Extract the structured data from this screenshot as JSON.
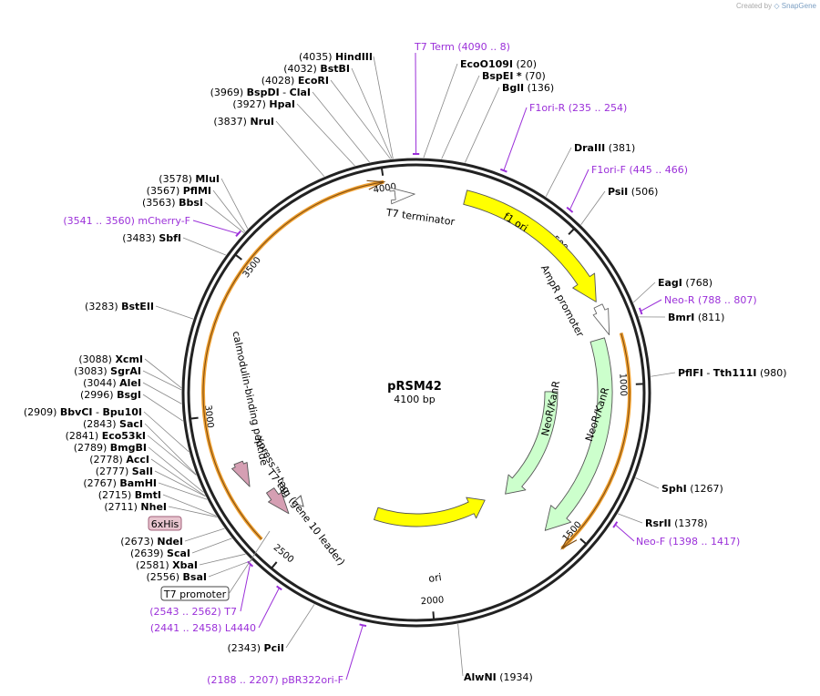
{
  "credit": {
    "prefix": "Created by",
    "brand": "SnapGene"
  },
  "plasmid": {
    "name": "pRSM42",
    "length_label": "4100 bp",
    "length": 4100
  },
  "ticks": [
    "500",
    "1000",
    "1500",
    "2000",
    "2500",
    "3000",
    "3500",
    "4000"
  ],
  "features": [
    {
      "label": "f1 ori",
      "color": "#ffff00"
    },
    {
      "label": "AmpR promoter",
      "color": "#ffffff"
    },
    {
      "label": "NeoR/KanR",
      "color": "#ccffcc"
    },
    {
      "label": "NeoR/KanR",
      "color": "#ccffcc"
    },
    {
      "label": "ori",
      "color": "#ffff00"
    },
    {
      "label": "T7 tag (gene 10 leader)",
      "color": "#d59fb3"
    },
    {
      "label": "Xpress™ tag",
      "color": "#d59fb3"
    },
    {
      "label": "calmodulin-binding peptide",
      "color": "#ffffff"
    },
    {
      "label": "T7 terminator",
      "color": "#ffffff"
    }
  ],
  "boxed_labels": [
    {
      "label": "6xHis",
      "color": "#e8c5cf"
    },
    {
      "label": "T7 promoter",
      "color": "#ffffff"
    }
  ],
  "enzymes": [
    {
      "pos": "(4035)",
      "name": "HindIII"
    },
    {
      "pos": "(4032)",
      "name": "BstBI"
    },
    {
      "pos": "(4028)",
      "name": "EcoRI"
    },
    {
      "pos": "(3969)",
      "name": "BspDI",
      "name2": "ClaI"
    },
    {
      "pos": "(3927)",
      "name": "HpaI"
    },
    {
      "pos": "(3837)",
      "name": "NruI"
    },
    {
      "pos": "(3578)",
      "name": "MluI"
    },
    {
      "pos": "(3567)",
      "name": "PflMI"
    },
    {
      "pos": "(3563)",
      "name": "BbsI"
    },
    {
      "pos": "(3483)",
      "name": "SbfI"
    },
    {
      "pos": "(3283)",
      "name": "BstEII"
    },
    {
      "pos": "(3088)",
      "name": "XcmI"
    },
    {
      "pos": "(3083)",
      "name": "SgrAI"
    },
    {
      "pos": "(3044)",
      "name": "AleI"
    },
    {
      "pos": "(2996)",
      "name": "BsgI"
    },
    {
      "pos": "(2909)",
      "name": "BbvCI",
      "name2": "Bpu10I"
    },
    {
      "pos": "(2843)",
      "name": "SacI"
    },
    {
      "pos": "(2841)",
      "name": "Eco53kI"
    },
    {
      "pos": "(2789)",
      "name": "BmgBI"
    },
    {
      "pos": "(2778)",
      "name": "AccI"
    },
    {
      "pos": "(2777)",
      "name": "SalI"
    },
    {
      "pos": "(2767)",
      "name": "BamHI"
    },
    {
      "pos": "(2715)",
      "name": "BmtI"
    },
    {
      "pos": "(2711)",
      "name": "NheI"
    },
    {
      "pos": "(2673)",
      "name": "NdeI"
    },
    {
      "pos": "(2639)",
      "name": "ScaI"
    },
    {
      "pos": "(2581)",
      "name": "XbaI"
    },
    {
      "pos": "(2556)",
      "name": "BsaI"
    },
    {
      "pos": "(2343)",
      "name": "PciI"
    },
    {
      "pos": "(1934)",
      "name": "AlwNI"
    },
    {
      "pos": "(1378)",
      "name": "RsrII"
    },
    {
      "pos": "(1267)",
      "name": "SphI"
    },
    {
      "pos": "(980)",
      "name": "PflFI",
      "name2": "Tth111I"
    },
    {
      "pos": "(811)",
      "name": "BmrI"
    },
    {
      "pos": "(768)",
      "name": "EagI"
    },
    {
      "pos": "(506)",
      "name": "PsiI"
    },
    {
      "pos": "(381)",
      "name": "DraIII"
    },
    {
      "pos": "(136)",
      "name": "BglI"
    },
    {
      "pos": "(70)",
      "name": "BspEI",
      "mark": "*"
    },
    {
      "pos": "(20)",
      "name": "EcoO109I"
    }
  ],
  "primers": [
    {
      "name": "T7 Term",
      "range": "(4090 .. 8)"
    },
    {
      "name": "F1ori-R",
      "range": "(235 .. 254)"
    },
    {
      "name": "F1ori-F",
      "range": "(445 .. 466)"
    },
    {
      "name": "Neo-R",
      "range": "(788 .. 807)"
    },
    {
      "name": "Neo-F",
      "range": "(1398 .. 1417)"
    },
    {
      "name": "pBR322ori-F",
      "range": "(2188 .. 2207)"
    },
    {
      "name": "L4440",
      "range": "(2441 .. 2458)"
    },
    {
      "name": "T7",
      "range": "(2543 .. 2562)"
    },
    {
      "name": "mCherry-F",
      "range": "(3541 .. 3560)"
    }
  ],
  "colors": {
    "primer": "#9b30d9",
    "backbone": "#222222",
    "orf_outline": "#f0a030",
    "leader": "#888888"
  }
}
